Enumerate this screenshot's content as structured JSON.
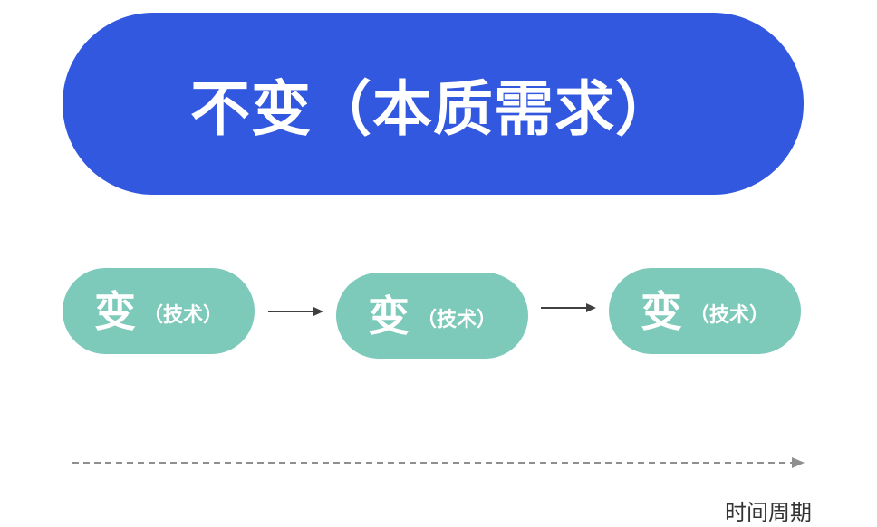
{
  "colors": {
    "main_pill": "#3358E0",
    "change_pill": "#7DC9BA",
    "arrow": "#404040",
    "timeline": "#8F8F8F"
  },
  "main": {
    "title": "不变（本质需求）"
  },
  "flow": {
    "items": [
      {
        "main": "变",
        "sub": "（技术）"
      },
      {
        "main": "变",
        "sub": "（技术）"
      },
      {
        "main": "变",
        "sub": "（技术）"
      }
    ]
  },
  "timeline": {
    "label": "时间周期"
  }
}
